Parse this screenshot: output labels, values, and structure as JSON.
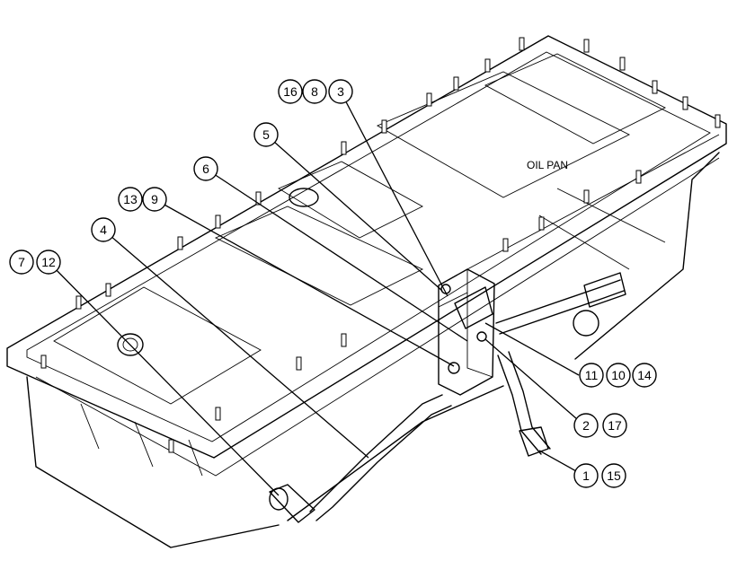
{
  "diagram": {
    "part_label": "OIL PAN",
    "callouts": {
      "c16": "16",
      "c8": "8",
      "c3": "3",
      "c5": "5",
      "c6": "6",
      "c13": "13",
      "c9": "9",
      "c4": "4",
      "c7": "7",
      "c12": "12",
      "c11": "11",
      "c10": "10",
      "c14": "14",
      "c2": "2",
      "c17": "17",
      "c1": "1",
      "c15": "15"
    }
  }
}
